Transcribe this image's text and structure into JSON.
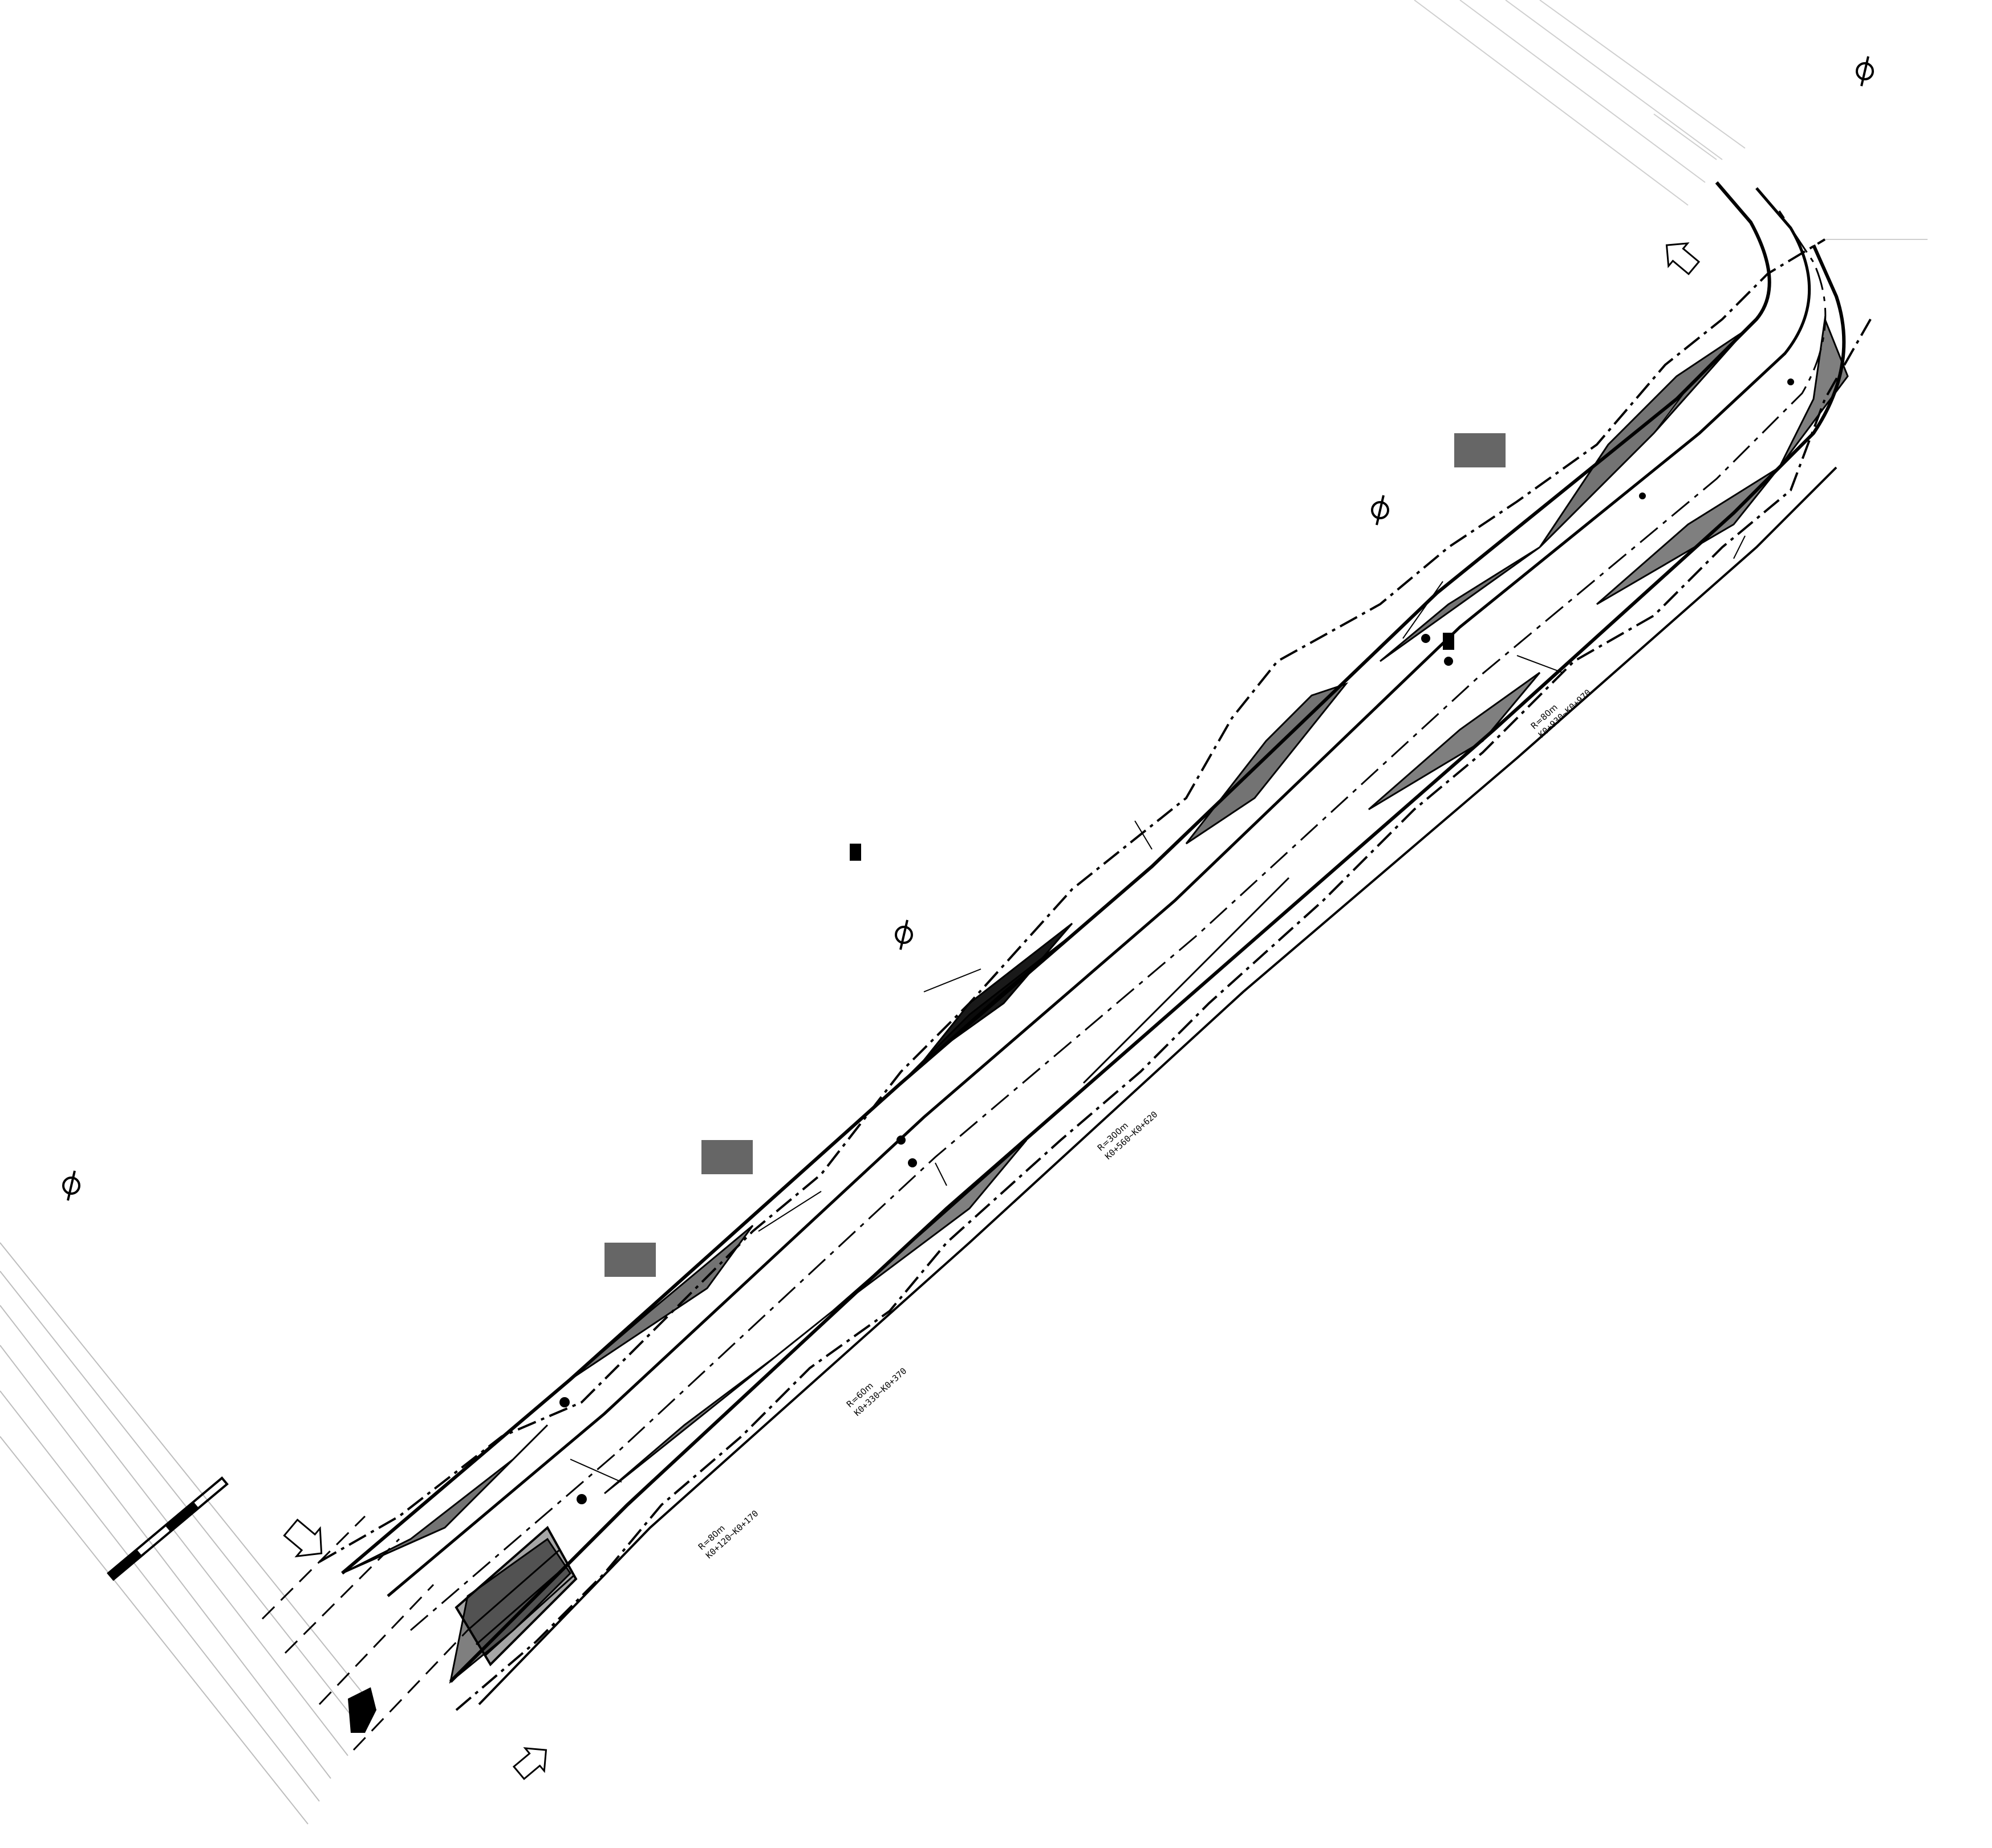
{
  "drawing": {
    "type": "road-plan",
    "stroke_color": "#000000",
    "background_color": "#ffffff",
    "hatch_color": "#000000",
    "faint_line_color": "#bdbdbd"
  },
  "icons": {
    "north_arrow": "north-arrow-icon",
    "direction_arrow": "direction-arrow-icon",
    "station_dot": "station-dot-icon"
  },
  "callouts": [
    {
      "label": "R=80m",
      "sub": "K0+120~K0+170"
    },
    {
      "label": "R=60m",
      "sub": "K0+330~K0+370"
    },
    {
      "label": "R=300m",
      "sub": "K0+560~K0+620"
    },
    {
      "label": "R=80m",
      "sub": "K0+930~K0+970"
    }
  ]
}
